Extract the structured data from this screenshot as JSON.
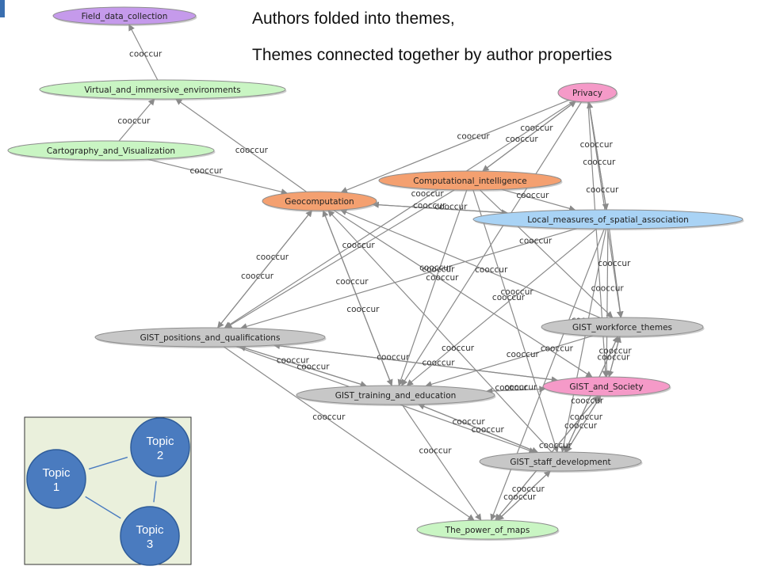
{
  "headline": {
    "line1": "Authors folded into themes,",
    "line2": "Themes connected together by author properties"
  },
  "edge_label": "cooccur",
  "palette": {
    "purple": "#c59aeb",
    "green": "#c9f5c3",
    "orange": "#f4a070",
    "pink": "#f59ac8",
    "blue": "#a9d3f5",
    "grey": "#c7c7c7",
    "inset_bg": "#eaf0dc",
    "topic_fill": "#4a7bbf",
    "edge": "#8a8a8a"
  },
  "nodes": [
    {
      "id": "field",
      "label": "Field_data_collection",
      "color": "purple"
    },
    {
      "id": "virtual",
      "label": "Virtual_and_immersive_environments",
      "color": "green"
    },
    {
      "id": "carto",
      "label": "Cartography_and_Visualization",
      "color": "green"
    },
    {
      "id": "geocomp",
      "label": "Geocomputation",
      "color": "orange"
    },
    {
      "id": "compint",
      "label": "Computational_intelligence",
      "color": "orange"
    },
    {
      "id": "privacy",
      "label": "Privacy",
      "color": "pink"
    },
    {
      "id": "local",
      "label": "Local_measures_of_spatial_association",
      "color": "blue"
    },
    {
      "id": "positions",
      "label": "GIST_positions_and_qualifications",
      "color": "grey"
    },
    {
      "id": "workforce",
      "label": "GIST_workforce_themes",
      "color": "grey"
    },
    {
      "id": "training",
      "label": "GIST_training_and_education",
      "color": "grey"
    },
    {
      "id": "society",
      "label": "GIST_and_Society",
      "color": "pink"
    },
    {
      "id": "staff",
      "label": "GIST_staff_development",
      "color": "grey"
    },
    {
      "id": "power",
      "label": "The_power_of_maps",
      "color": "green"
    }
  ],
  "edges": [
    [
      "virtual",
      "field"
    ],
    [
      "carto",
      "virtual"
    ],
    [
      "carto",
      "geocomp"
    ],
    [
      "geocomp",
      "virtual"
    ],
    [
      "privacy",
      "geocomp"
    ],
    [
      "privacy",
      "compint"
    ],
    [
      "privacy",
      "local"
    ],
    [
      "privacy",
      "workforce"
    ],
    [
      "privacy",
      "society"
    ],
    [
      "privacy",
      "training"
    ],
    [
      "privacy",
      "positions"
    ],
    [
      "local",
      "privacy"
    ],
    [
      "compint",
      "privacy"
    ],
    [
      "local",
      "geocomp"
    ],
    [
      "compint",
      "local"
    ],
    [
      "compint",
      "workforce"
    ],
    [
      "compint",
      "staff"
    ],
    [
      "compint",
      "positions"
    ],
    [
      "compint",
      "training"
    ],
    [
      "geocomp",
      "positions"
    ],
    [
      "geocomp",
      "training"
    ],
    [
      "geocomp",
      "society"
    ],
    [
      "geocomp",
      "local"
    ],
    [
      "local",
      "workforce"
    ],
    [
      "local",
      "society"
    ],
    [
      "local",
      "staff"
    ],
    [
      "local",
      "positions"
    ],
    [
      "local",
      "training"
    ],
    [
      "local",
      "power"
    ],
    [
      "positions",
      "geocomp"
    ],
    [
      "training",
      "geocomp"
    ],
    [
      "staff",
      "geocomp"
    ],
    [
      "workforce",
      "geocomp"
    ],
    [
      "positions",
      "training"
    ],
    [
      "positions",
      "society"
    ],
    [
      "positions",
      "power"
    ],
    [
      "positions",
      "staff"
    ],
    [
      "training",
      "society"
    ],
    [
      "training",
      "staff"
    ],
    [
      "training",
      "power"
    ],
    [
      "training",
      "positions"
    ],
    [
      "workforce",
      "society"
    ],
    [
      "workforce",
      "staff"
    ],
    [
      "workforce",
      "training"
    ],
    [
      "society",
      "workforce"
    ],
    [
      "society",
      "staff"
    ],
    [
      "society",
      "training"
    ],
    [
      "society",
      "power"
    ],
    [
      "society",
      "positions"
    ],
    [
      "staff",
      "society"
    ],
    [
      "staff",
      "workforce"
    ],
    [
      "staff",
      "power"
    ],
    [
      "staff",
      "training"
    ],
    [
      "power",
      "staff"
    ],
    [
      "power",
      "society"
    ]
  ],
  "inset": {
    "topics": [
      {
        "id": "t1",
        "line1": "Topic",
        "line2": "1"
      },
      {
        "id": "t2",
        "line1": "Topic",
        "line2": "2"
      },
      {
        "id": "t3",
        "line1": "Topic",
        "line2": "3"
      }
    ],
    "links": [
      [
        "t1",
        "t2"
      ],
      [
        "t1",
        "t3"
      ],
      [
        "t2",
        "t3"
      ]
    ]
  }
}
